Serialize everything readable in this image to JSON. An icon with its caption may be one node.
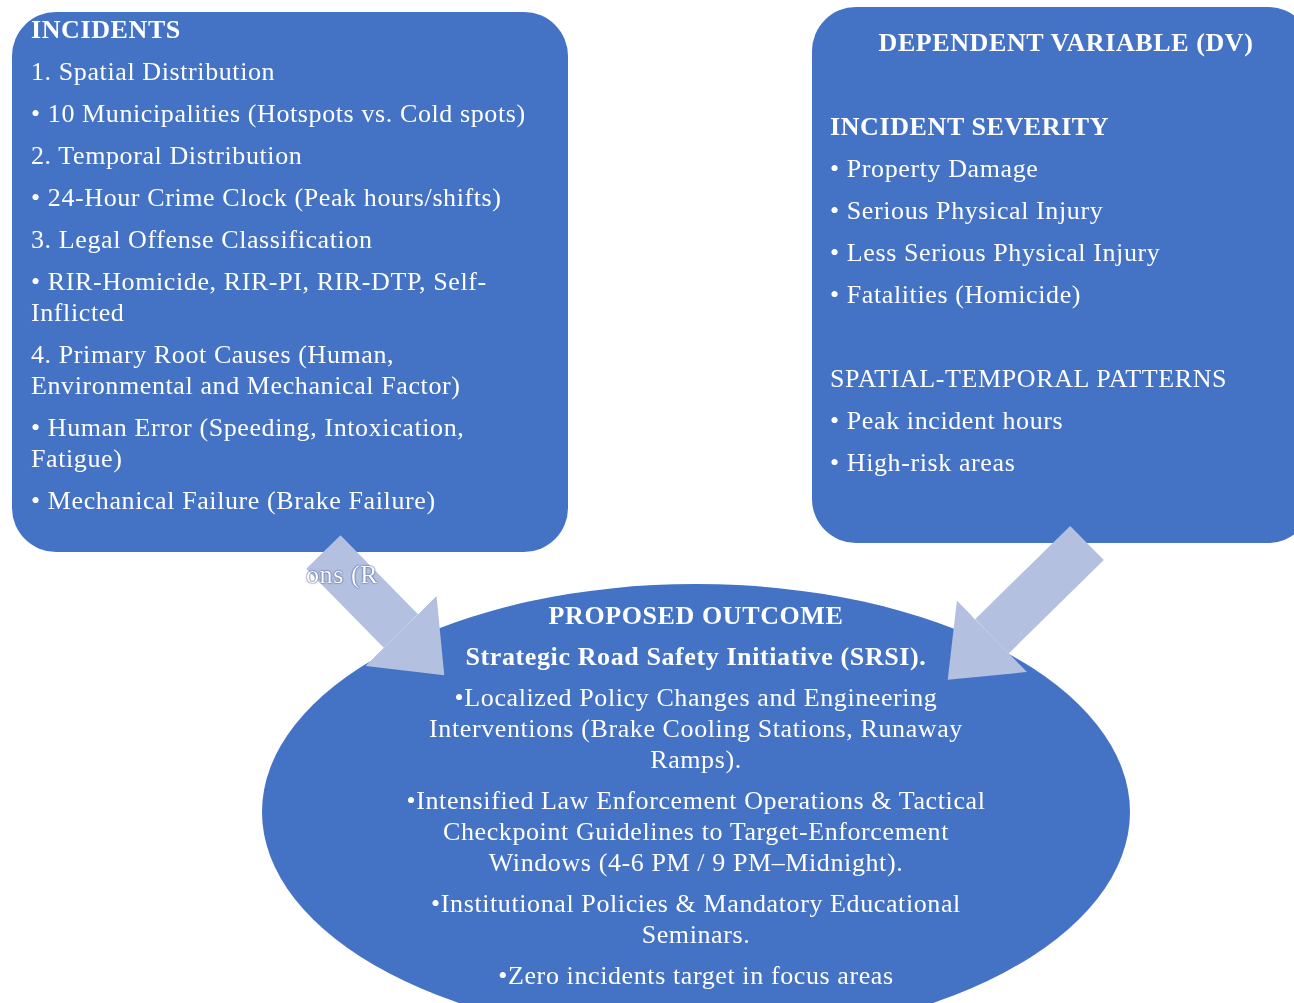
{
  "diagram": {
    "nodes": [
      {
        "text": [
          "INCIDENTS",
          "1. Spatial Distribution",
          "• 10 Municipalities (Hotspots vs. Cold spots)",
          "2. Temporal Distribution",
          "• 24-Hour Crime Clock (Peak hours/shifts)",
          "3. Legal Offense Classification",
          "• RIR-Homicide, RIR-PI, RIR-DTP, Self-Inflicted",
          "4. Primary Root Causes (Human, Environmental and Mechanical Factor)",
          "• Human Error (Speeding, Intoxication, Fatigue)",
          "• Mechanical Failure (Brake Failure)"
        ]
      },
      {
        "text": [
          "DEPENDENT VARIABLE (DV)",
          "INCIDENT SEVERITY",
          "• Property Damage",
          "• Serious Physical Injury",
          "• Less Serious Physical Injury",
          "• Fatalities (Homicide)",
          "SPATIAL-TEMPORAL PATTERNS",
          "• Peak incident hours",
          "• High-risk areas"
        ]
      },
      {
        "text": [
          "PROPOSED OUTCOME",
          "Strategic Road Safety Initiative (SRSI).",
          "•Localized Policy Changes and Engineering Interventions (Brake Cooling Stations, Runaway Ramps).",
          "•Intensified Law Enforcement Operations & Tactical Checkpoint Guidelines to Target-Enforcement Windows (4-6 PM / 9 PM–Midnight).",
          "•Institutional Policies & Mandatory Educational Seminars.",
          "•Zero incidents target in focus areas"
        ]
      }
    ],
    "edges": [
      {
        "from": 0,
        "to": 2,
        "arrow": "to"
      },
      {
        "from": 1,
        "to": 2,
        "arrow": "to"
      }
    ],
    "labels": [
      "ons (R"
    ]
  }
}
